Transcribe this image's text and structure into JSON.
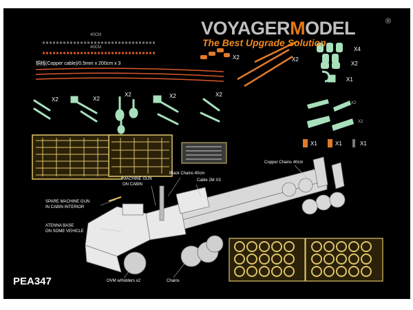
{
  "brand": {
    "part1": "VOYAGER",
    "part2": "M",
    "part3": "ODEL",
    "reg": "®"
  },
  "tagline": "The Best Upgrade Solution",
  "product_code": "PEA347",
  "chains": {
    "top": "40CM",
    "bottom": "40CM"
  },
  "copper_cable": "铜线(Copper cable)/0.5mm x 200cm x 3",
  "quantities": {
    "brass_bits": "X2",
    "rods": "X2",
    "caps_x4": "X4",
    "caps_x2": "X2",
    "hook_x1": "X1",
    "tool_1": "X2",
    "tool_2": "X2",
    "tool_3": "X2",
    "tool_4": "X2",
    "tool_5": "X2",
    "right_clips_1": "X2",
    "right_clips_2": "X2",
    "small_1": "X1",
    "small_2": "X1",
    "small_3": "X1"
  },
  "callouts": {
    "black_chains": "Black Chains 40cm",
    "machine_gun": "MACHINE GUN\nON CABIN",
    "cable": "Cable 2M X3",
    "copper_chains": "Copper Chains 40cm",
    "spare_gun": "SPARE MACHINE GUN\nIN CABIN INTERIOR",
    "atenna": "ATENNA BASE\nON SOME VEHICLE",
    "ovm": "OVM w/holders x2",
    "chains_label": "Chains"
  },
  "colors": {
    "orange": "#e67817",
    "copper": "#d8582a",
    "mint": "#a8e0bc",
    "brass": "#e0c46a",
    "truck": "#e9e9e9"
  }
}
